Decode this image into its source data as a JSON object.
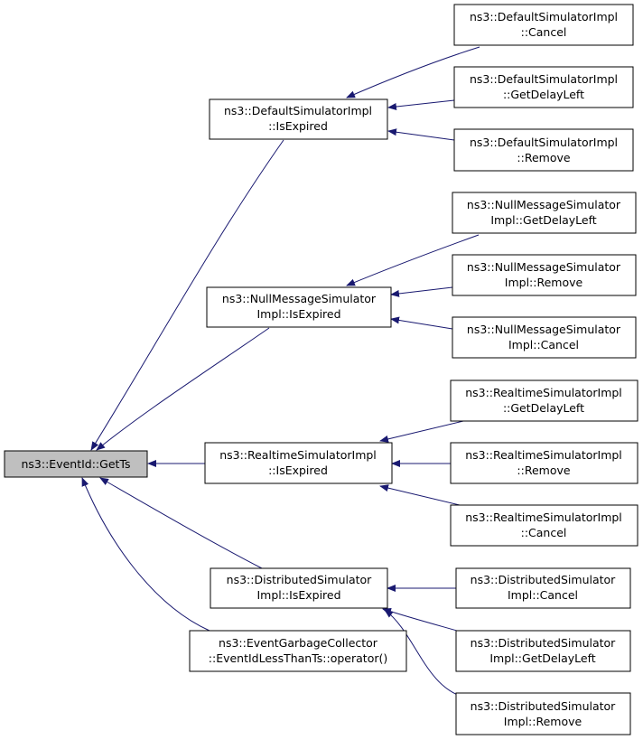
{
  "nodes": {
    "gets": [
      "ns3::EventId::GetTs"
    ],
    "def_exp": [
      "ns3::DefaultSimulatorImpl",
      "::IsExpired"
    ],
    "def_cancel": [
      "ns3::DefaultSimulatorImpl",
      "::Cancel"
    ],
    "def_delay": [
      "ns3::DefaultSimulatorImpl",
      "::GetDelayLeft"
    ],
    "def_remove": [
      "ns3::DefaultSimulatorImpl",
      "::Remove"
    ],
    "null_exp": [
      "ns3::NullMessageSimulator",
      "Impl::IsExpired"
    ],
    "null_delay": [
      "ns3::NullMessageSimulator",
      "Impl::GetDelayLeft"
    ],
    "null_remove": [
      "ns3::NullMessageSimulator",
      "Impl::Remove"
    ],
    "null_cancel": [
      "ns3::NullMessageSimulator",
      "Impl::Cancel"
    ],
    "rt_exp": [
      "ns3::RealtimeSimulatorImpl",
      "::IsExpired"
    ],
    "rt_delay": [
      "ns3::RealtimeSimulatorImpl",
      "::GetDelayLeft"
    ],
    "rt_remove": [
      "ns3::RealtimeSimulatorImpl",
      "::Remove"
    ],
    "rt_cancel": [
      "ns3::RealtimeSimulatorImpl",
      "::Cancel"
    ],
    "dist_exp": [
      "ns3::DistributedSimulator",
      "Impl::IsExpired"
    ],
    "dist_cancel": [
      "ns3::DistributedSimulator",
      "Impl::Cancel"
    ],
    "dist_delay": [
      "ns3::DistributedSimulator",
      "Impl::GetDelayLeft"
    ],
    "dist_remove": [
      "ns3::DistributedSimulator",
      "Impl::Remove"
    ],
    "gc_op": [
      "ns3::EventGarbageCollector",
      "::EventIdLessThanTs::operator()"
    ]
  },
  "edges": [
    {
      "from": "def_exp",
      "to": "gets"
    },
    {
      "from": "null_exp",
      "to": "gets"
    },
    {
      "from": "rt_exp",
      "to": "gets"
    },
    {
      "from": "dist_exp",
      "to": "gets"
    },
    {
      "from": "gc_op",
      "to": "gets"
    },
    {
      "from": "def_cancel",
      "to": "def_exp"
    },
    {
      "from": "def_delay",
      "to": "def_exp"
    },
    {
      "from": "def_remove",
      "to": "def_exp"
    },
    {
      "from": "null_delay",
      "to": "null_exp"
    },
    {
      "from": "null_remove",
      "to": "null_exp"
    },
    {
      "from": "null_cancel",
      "to": "null_exp"
    },
    {
      "from": "rt_delay",
      "to": "rt_exp"
    },
    {
      "from": "rt_remove",
      "to": "rt_exp"
    },
    {
      "from": "rt_cancel",
      "to": "rt_exp"
    },
    {
      "from": "dist_cancel",
      "to": "dist_exp"
    },
    {
      "from": "dist_delay",
      "to": "dist_exp"
    },
    {
      "from": "dist_remove",
      "to": "dist_exp"
    }
  ],
  "colors": {
    "edge": "#191970",
    "root_fill": "#bfbfbf",
    "node_fill": "#ffffff",
    "border": "#000000"
  }
}
